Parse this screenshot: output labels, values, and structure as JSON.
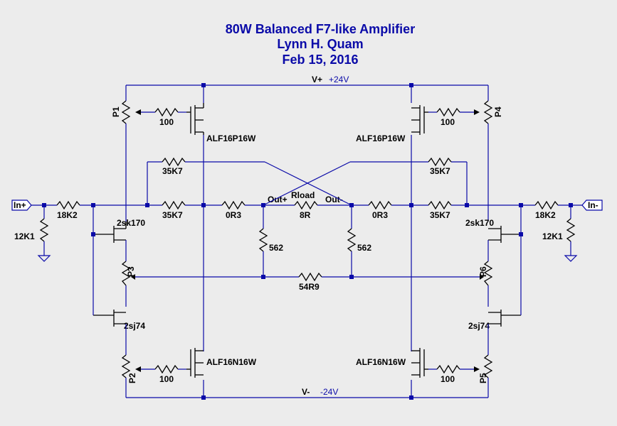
{
  "title": {
    "line1": "80W Balanced F7-like Amplifier",
    "line2": "Lynn H. Quam",
    "line3": "Feb 15, 2016"
  },
  "rails": {
    "vplus_name": "V+",
    "vplus_value": "+24V",
    "vminus_name": "V-",
    "vminus_value": "-24V"
  },
  "ports": {
    "in_plus": "In+",
    "in_minus": "In-"
  },
  "labels": {
    "pot_p1": "P1",
    "pot_p2": "P2",
    "pot_p3": "P3",
    "pot_p4": "P4",
    "pot_p5": "P5",
    "pot_p6": "P6",
    "r_gate_top_left": "100",
    "r_gate_bot_left": "100",
    "r_gate_top_right": "100",
    "r_gate_bot_right": "100",
    "mos_top_left": "ALF16P16W",
    "mos_top_right": "ALF16P16W",
    "mos_bot_left": "ALF16N16W",
    "mos_bot_right": "ALF16N16W",
    "r_cross_left": "35K7",
    "r_cross_right": "35K7",
    "r_fb_left": "35K7",
    "r_fb_right": "35K7",
    "r_in_left": "18K2",
    "r_in_right": "18K2",
    "r_gnd_left": "12K1",
    "r_gnd_right": "12K1",
    "jfet_n_left": "2sk170",
    "jfet_n_right": "2sk170",
    "jfet_p_left": "2sj74",
    "jfet_p_right": "2sj74",
    "r_src_left": "0R3",
    "r_src_right": "0R3",
    "out_plus": "Out+",
    "out_minus": "Out-",
    "rload_name": "Rload",
    "rload_value": "8R",
    "r_div_left": "562",
    "r_div_right": "562",
    "r_bridge": "54R9"
  }
}
